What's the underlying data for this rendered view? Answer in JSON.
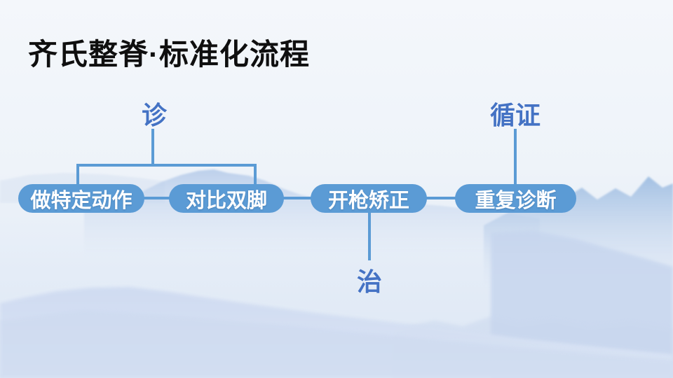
{
  "slide": {
    "title": "齐氏整脊·标准化流程"
  },
  "diagram": {
    "stage_labels": {
      "diagnose": "诊",
      "evidence": "循证",
      "treat": "治"
    },
    "steps": [
      {
        "label": "做特定动作"
      },
      {
        "label": "对比双脚"
      },
      {
        "label": "开枪矫正"
      },
      {
        "label": "重复诊断"
      }
    ],
    "colors": {
      "step_fill": "#5b9bd5",
      "step_text": "#ffffff",
      "connector": "#5b9bd5",
      "stage_label_text": "#4472c4",
      "title_text": "#0f0f0f"
    }
  }
}
